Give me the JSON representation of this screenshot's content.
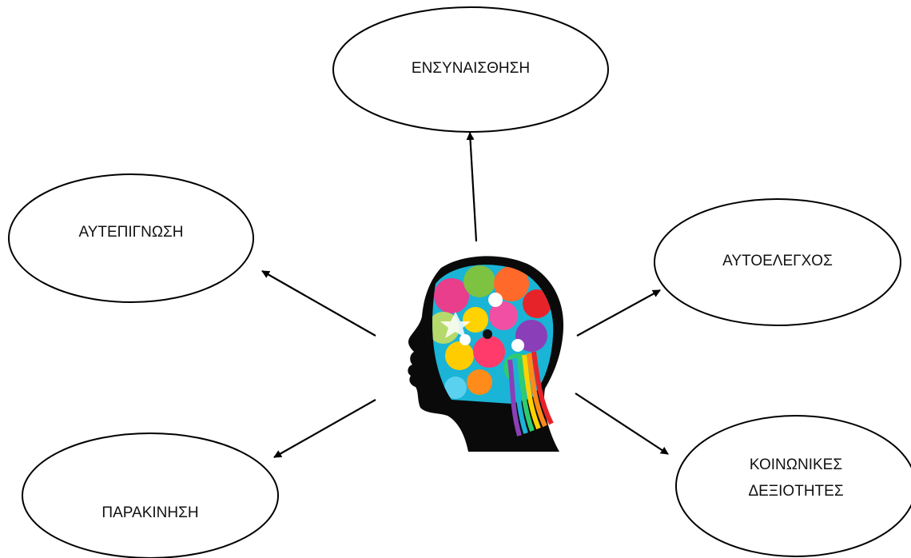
{
  "diagram": {
    "center": {
      "name": "head-illustration"
    },
    "nodes": [
      {
        "id": "empathy",
        "lines": [
          "ΕΝΣΥΝΑΙΣΘΗΣΗ"
        ]
      },
      {
        "id": "self-awareness",
        "lines": [
          "ΑΥΤΕΠΙΓΝΩΣΗ"
        ]
      },
      {
        "id": "self-control",
        "lines": [
          "ΑΥΤΟΕΛΕΓΧΟΣ"
        ]
      },
      {
        "id": "motivation",
        "lines": [
          "ΠΑΡΑΚΙΝΗΣΗ"
        ]
      },
      {
        "id": "social-skills",
        "lines": [
          "ΚΟΙΝΩΝΙΚΕΣ",
          "ΔΕΞΙΟΤΗΤΕΣ"
        ]
      }
    ],
    "edges": [
      {
        "from": "center",
        "to": "empathy"
      },
      {
        "from": "center",
        "to": "self-awareness"
      },
      {
        "from": "center",
        "to": "self-control"
      },
      {
        "from": "center",
        "to": "motivation"
      },
      {
        "from": "center",
        "to": "social-skills"
      }
    ],
    "colors": {
      "stroke": "#000000",
      "text": "#111111",
      "silhouette": "#0a0a0a"
    }
  }
}
